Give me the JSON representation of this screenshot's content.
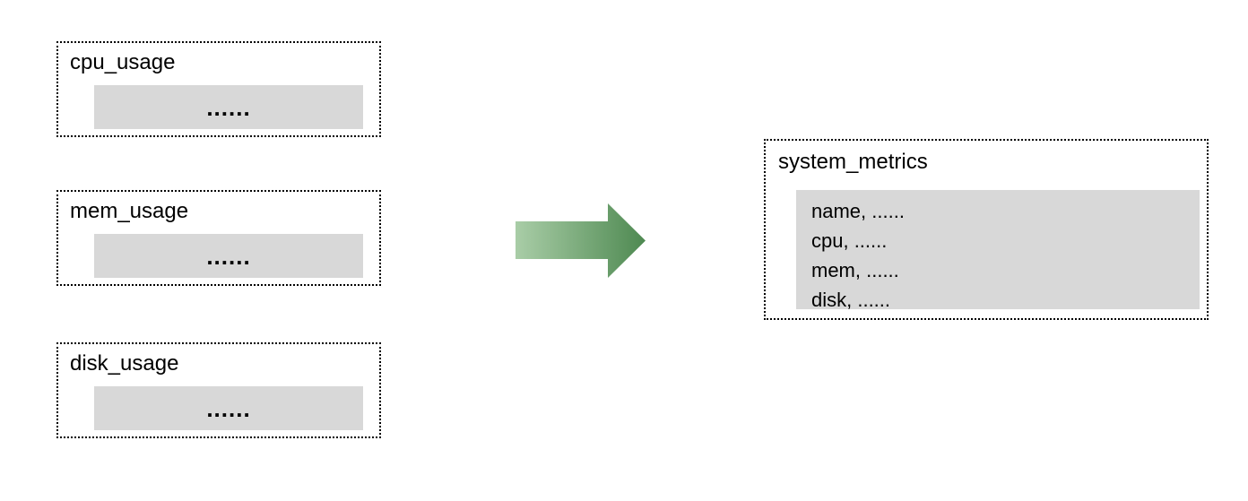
{
  "diagram": {
    "sources": [
      {
        "title": "cpu_usage",
        "ellipsis": "......"
      },
      {
        "title": "mem_usage",
        "ellipsis": "......"
      },
      {
        "title": "disk_usage",
        "ellipsis": "......"
      }
    ],
    "arrow": {
      "direction": "right",
      "gradient_start": "#a9cda7",
      "gradient_end": "#4e8951"
    },
    "target": {
      "title": "system_metrics",
      "rows": [
        "name, ......",
        "cpu, ......",
        "mem, ......",
        "disk, ......"
      ]
    },
    "colors": {
      "bar_fill": "#d8d8d8",
      "border": "#000000",
      "background": "#ffffff"
    }
  }
}
